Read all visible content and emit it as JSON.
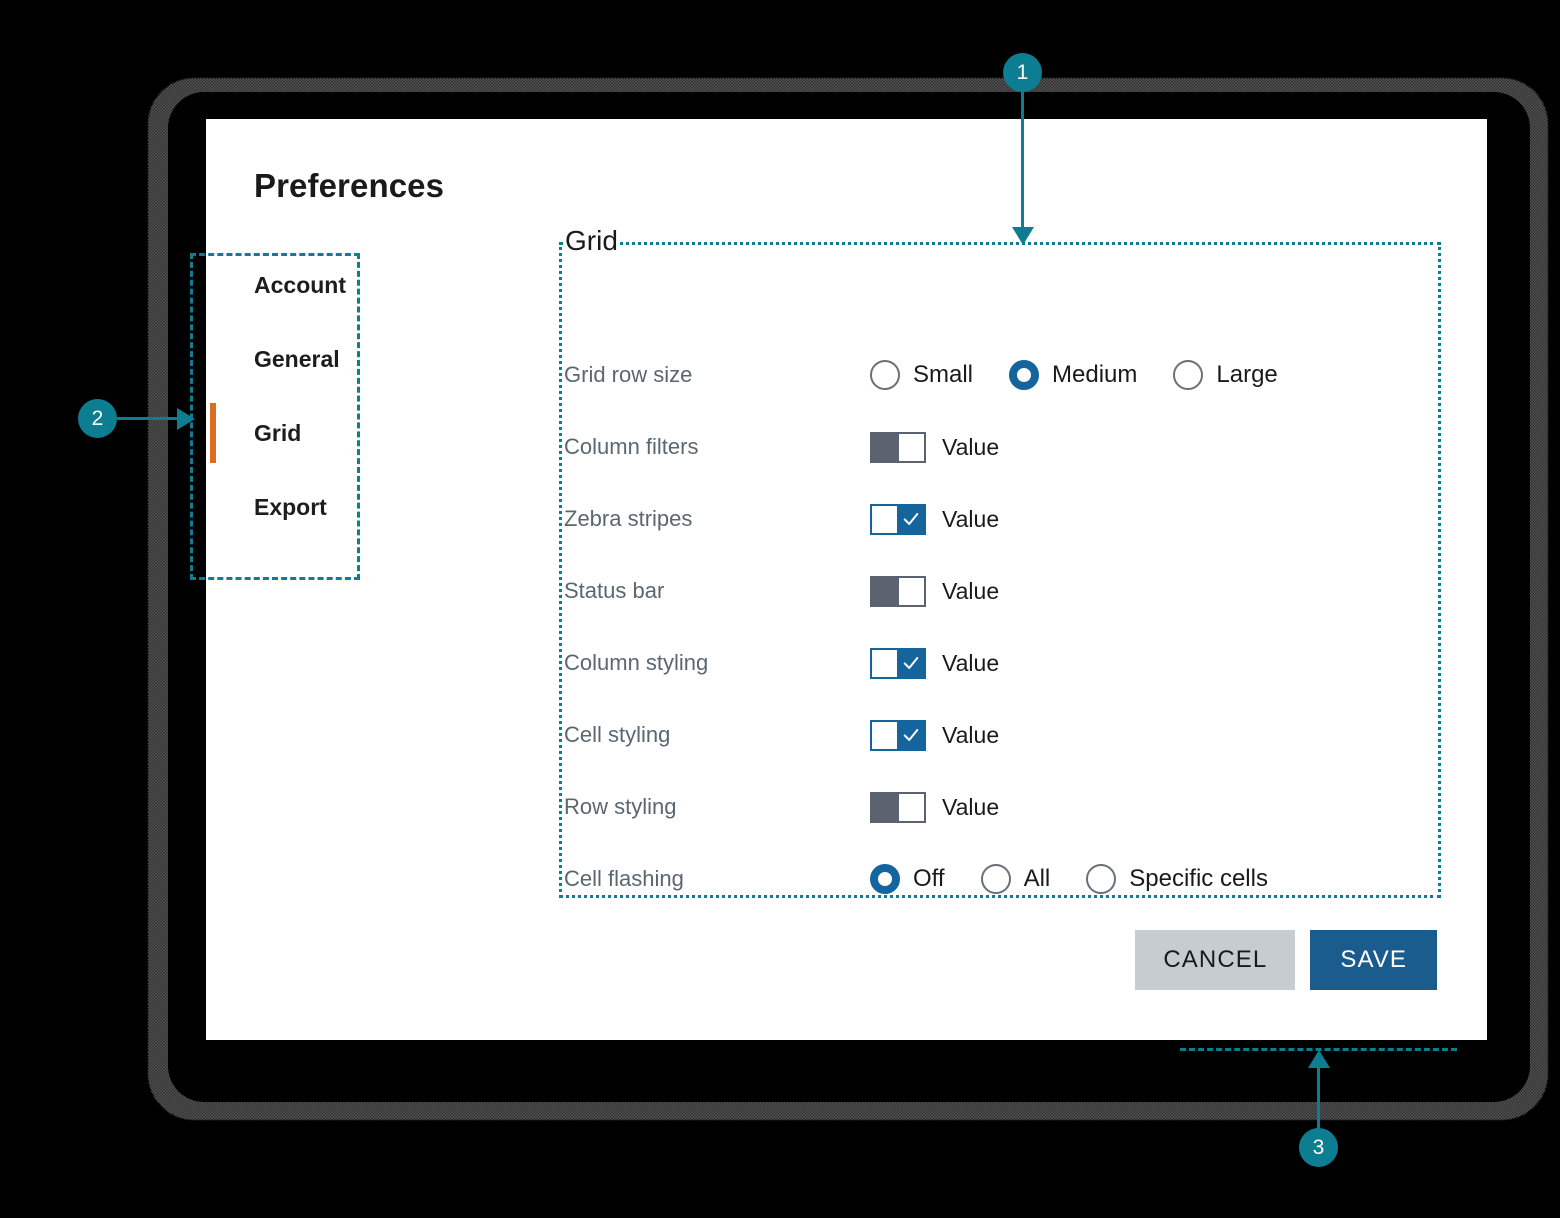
{
  "dialog": {
    "title": "Preferences"
  },
  "sidebar": {
    "items": [
      {
        "label": "Account",
        "active": false
      },
      {
        "label": "General",
        "active": false
      },
      {
        "label": "Grid",
        "active": true
      },
      {
        "label": "Export",
        "active": false
      }
    ]
  },
  "panel": {
    "title": "Grid",
    "rows": [
      {
        "label": "Grid row size",
        "type": "radio",
        "options": [
          {
            "label": "Small",
            "selected": false
          },
          {
            "label": "Medium",
            "selected": true
          },
          {
            "label": "Large",
            "selected": false
          }
        ]
      },
      {
        "label": "Column filters",
        "type": "toggle",
        "on": false,
        "value_label": "Value"
      },
      {
        "label": "Zebra stripes",
        "type": "toggle",
        "on": true,
        "value_label": "Value"
      },
      {
        "label": "Status bar",
        "type": "toggle",
        "on": false,
        "value_label": "Value"
      },
      {
        "label": "Column styling",
        "type": "toggle",
        "on": true,
        "value_label": "Value"
      },
      {
        "label": "Cell styling",
        "type": "toggle",
        "on": true,
        "value_label": "Value"
      },
      {
        "label": "Row styling",
        "type": "toggle",
        "on": false,
        "value_label": "Value"
      },
      {
        "label": "Cell flashing",
        "type": "radio",
        "options": [
          {
            "label": "Off",
            "selected": true
          },
          {
            "label": "All",
            "selected": false
          },
          {
            "label": "Specific cells",
            "selected": false
          }
        ]
      }
    ]
  },
  "footer": {
    "cancel_label": "CANCEL",
    "save_label": "SAVE"
  },
  "annotations": [
    {
      "number": "1",
      "target": "grid-settings-panel"
    },
    {
      "number": "2",
      "target": "sidebar-navigation"
    },
    {
      "number": "3",
      "target": "dialog-action-buttons"
    }
  ],
  "colors": {
    "accent_teal": "#0d7e92",
    "accent_orange": "#dd6b20",
    "primary_blue": "#14659e",
    "save_blue": "#1a5c8e",
    "cancel_gray": "#c7ccd1",
    "label_gray": "#5b6770",
    "toggle_off_gray": "#5c6370",
    "page_background": "#000000",
    "dialog_background": "#ffffff"
  }
}
